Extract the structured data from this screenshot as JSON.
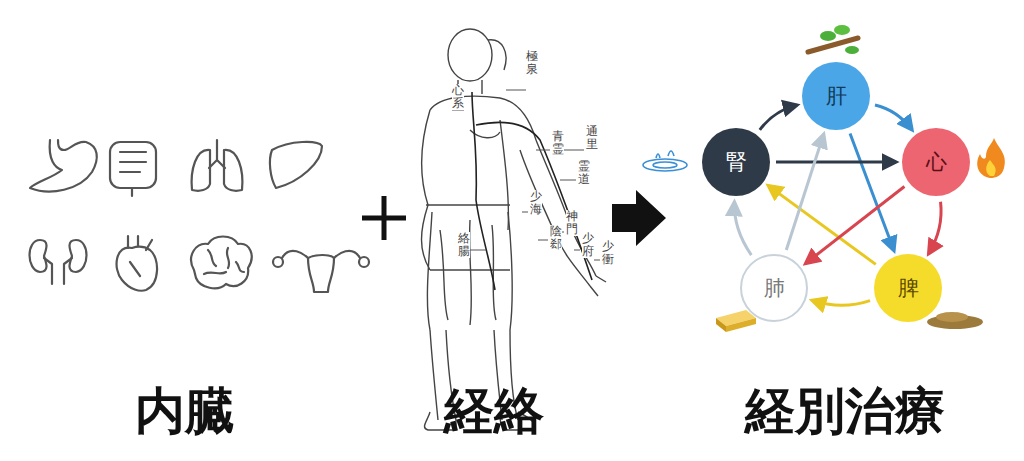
{
  "diagram": {
    "nodes": [
      {
        "text": [
          "肝"
        ]
      },
      {
        "text": [
          "心"
        ]
      },
      {
        "text": [
          "脾"
        ]
      },
      {
        "text": [
          "肺"
        ]
      },
      {
        "text": [
          "腎"
        ]
      }
    ],
    "edges": [
      {
        "from": 0,
        "to": 1,
        "arrow": "to"
      },
      {
        "from": 1,
        "to": 2,
        "arrow": "to"
      },
      {
        "from": 2,
        "to": 3,
        "arrow": "to"
      },
      {
        "from": 3,
        "to": 4,
        "arrow": "to"
      },
      {
        "from": 4,
        "to": 0,
        "arrow": "to"
      },
      {
        "from": 0,
        "to": 2,
        "arrow": "to"
      },
      {
        "from": 2,
        "to": 4,
        "arrow": "to"
      },
      {
        "from": 4,
        "to": 1,
        "arrow": "to"
      },
      {
        "from": 1,
        "to": 3,
        "arrow": "to"
      },
      {
        "from": 3,
        "to": 0,
        "arrow": "to"
      }
    ],
    "labels": [
      "極泉",
      "青霊",
      "霊道",
      "少海",
      "通里",
      "陰郄",
      "神門",
      "少府",
      "少衝",
      "心系",
      "絡腸",
      "内臓",
      "経絡",
      "経別治療"
    ]
  }
}
